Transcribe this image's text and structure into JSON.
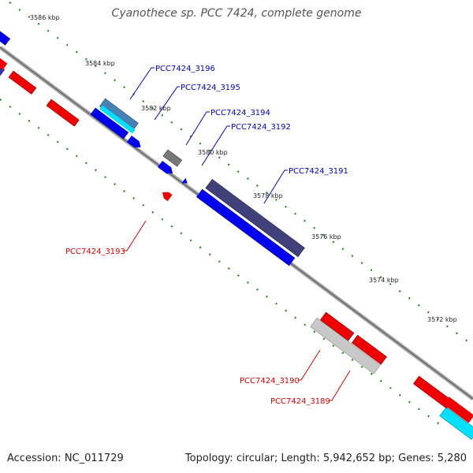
{
  "title": "Cyanothece sp. PCC 7424, complete genome",
  "accession_label": "Accession: NC_011729",
  "summary_label": "Topology: circular; Length: 5,942,652 bp; Genes: 5,280",
  "kbp_labels": [
    "3586 kbp",
    "3584 kbp",
    "3582 kbp",
    "3580 kbp",
    "3578 kbp",
    "3576 kbp",
    "3574 kbp",
    "3572 kbp"
  ],
  "gene_labels": [
    {
      "text": "PCC7424_3196",
      "color": "#0000cc"
    },
    {
      "text": "PCC7424_3195",
      "color": "#0000cc"
    },
    {
      "text": "PCC7424_3194",
      "color": "#0000cc"
    },
    {
      "text": "PCC7424_3192",
      "color": "#0000cc"
    },
    {
      "text": "PCC7424_3191",
      "color": "#0000cc"
    },
    {
      "text": "PCC7424_3193",
      "color": "#dd0000"
    },
    {
      "text": "PCC7424_3190",
      "color": "#dd0000"
    },
    {
      "text": "PCC7424_3189",
      "color": "#dd0000"
    }
  ],
  "colors": {
    "backbone": "#888888",
    "forward_gene": "#0000ee",
    "reverse_gene": "#ee0000",
    "dark_gene": "#40407a",
    "cyan_gene": "#00e0ff",
    "steel_gene": "#4682b4",
    "grey_gene": "#777777",
    "light_gene": "#c8c8c8",
    "ticks": "#228b22"
  }
}
